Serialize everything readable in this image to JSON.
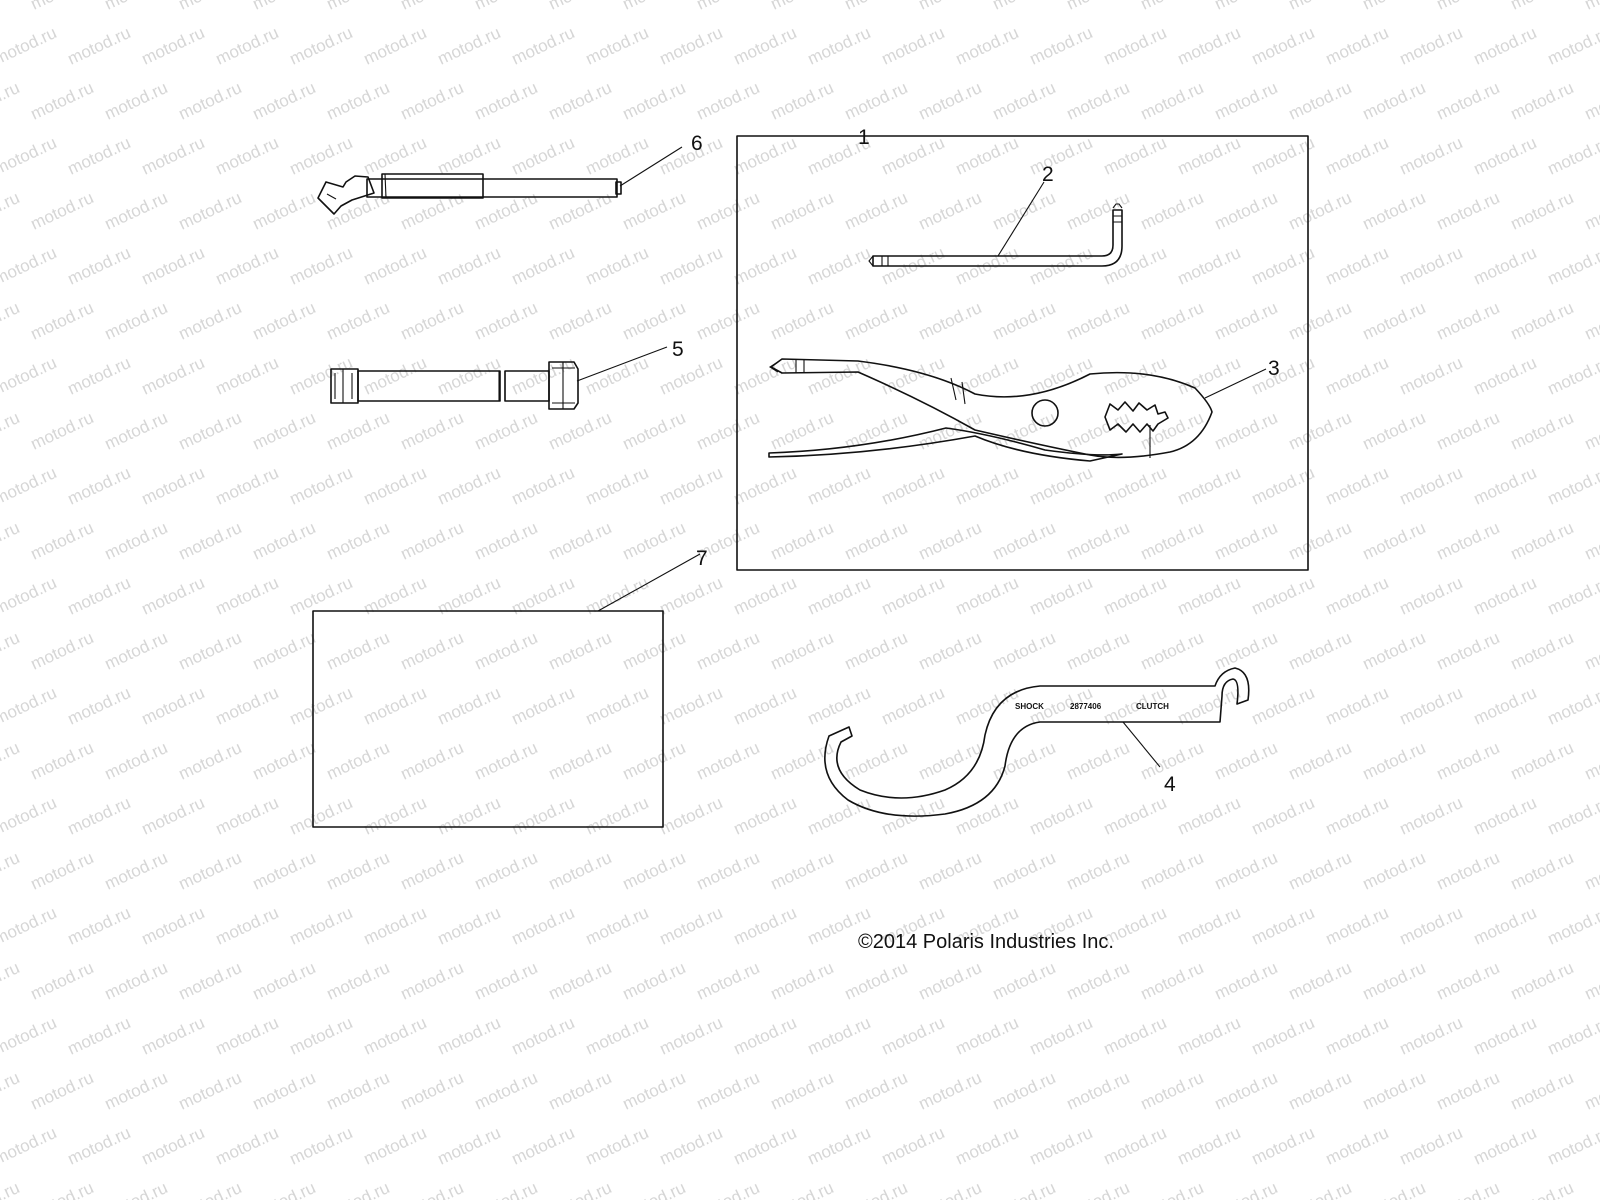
{
  "watermark": {
    "text": "motod.ru",
    "color": "#d6d6d6"
  },
  "callouts": [
    "1",
    "2",
    "3",
    "4",
    "5",
    "6",
    "7"
  ],
  "wrench": {
    "label_left": "SHOCK",
    "label_part": "2877406",
    "label_right": "CLUTCH"
  },
  "copyright": "©2014 Polaris Industries Inc."
}
